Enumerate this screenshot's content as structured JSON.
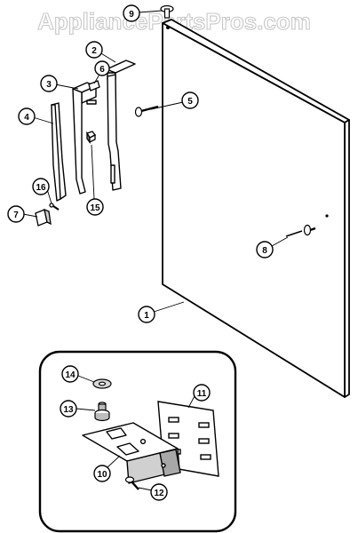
{
  "watermark": "AppliancePartsPros.com",
  "callouts": {
    "c1": "1",
    "c2": "2",
    "c3": "3",
    "c4": "4",
    "c5": "5",
    "c6": "6",
    "c7": "7",
    "c8": "8",
    "c9": "9",
    "c10": "10",
    "c11": "11",
    "c12": "12",
    "c13": "13",
    "c14": "14",
    "c15": "15",
    "c16": "16"
  }
}
